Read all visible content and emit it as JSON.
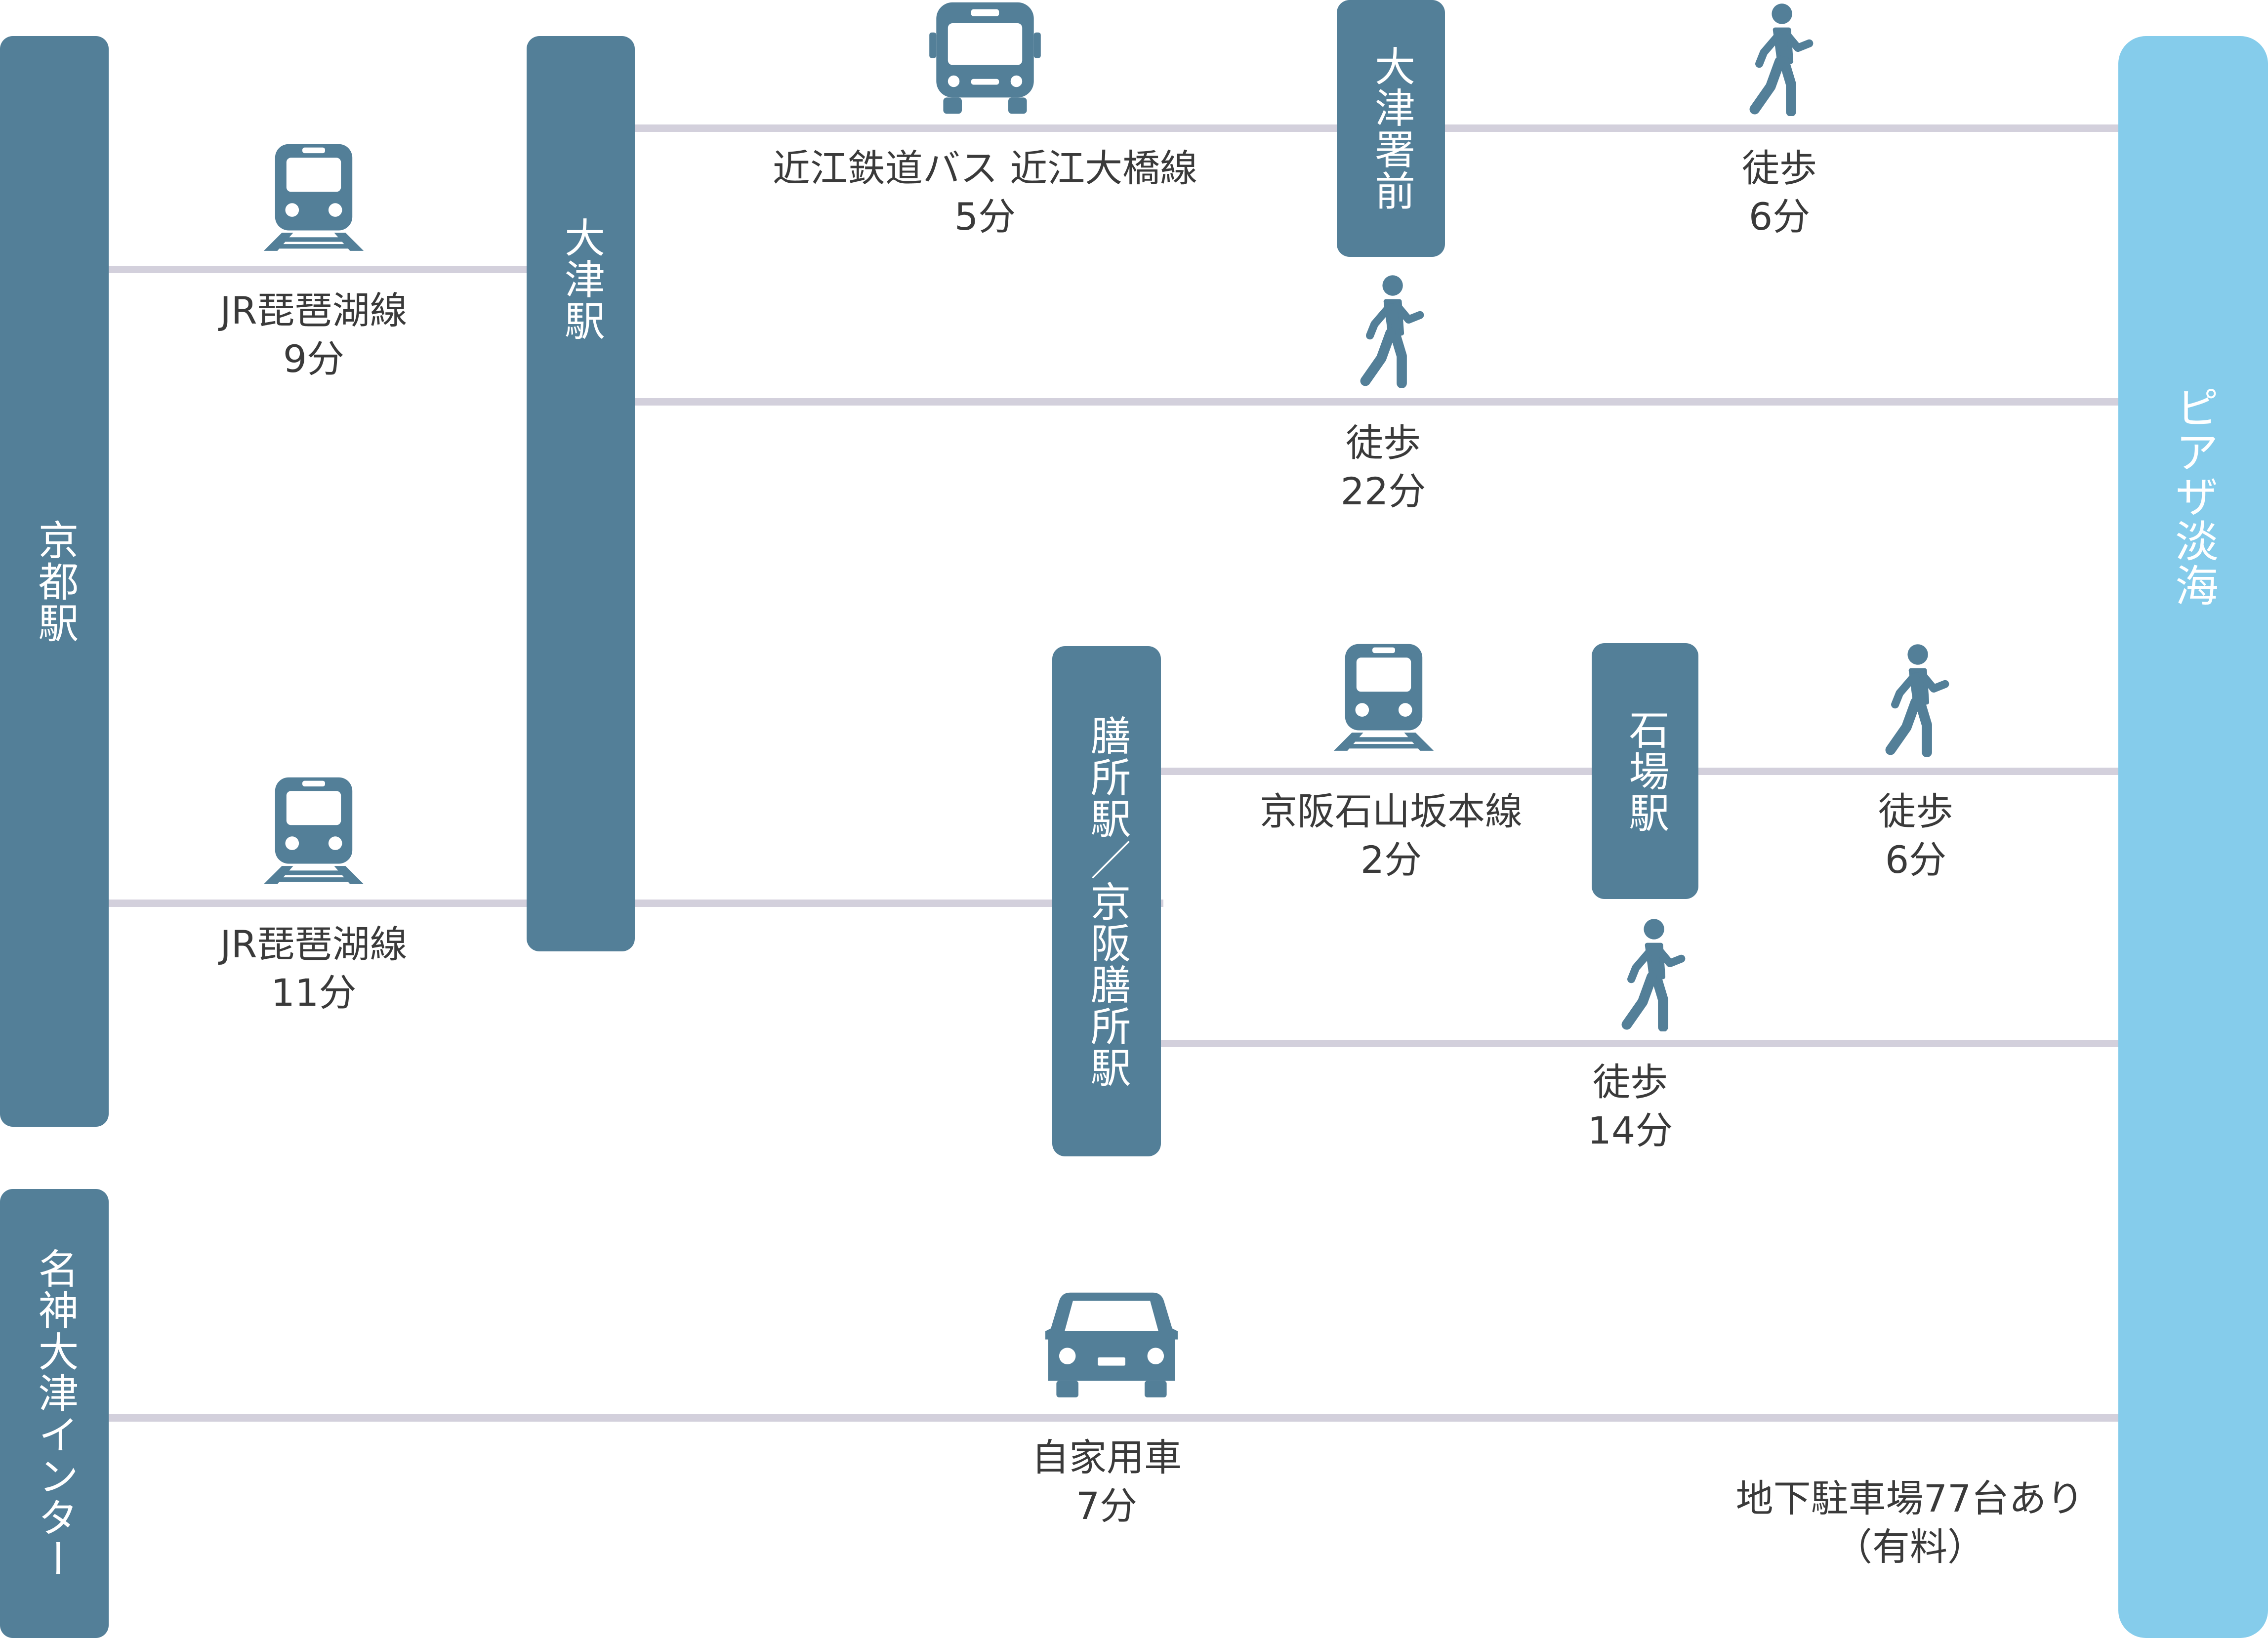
{
  "colors": {
    "station": "#537f98",
    "destination": "#85cceb",
    "line": "#d3d0dc",
    "icon": "#537f98"
  },
  "stations": {
    "kyoto": "京都駅",
    "meishin": "名神大津インター",
    "otsu": "大津駅",
    "otsu_shomae": "大津署前",
    "zeze": "膳所駅／京阪膳所駅",
    "ishiba": "石場駅",
    "destination": "ピアザ淡海"
  },
  "routes": [
    {
      "id": "jr-otsu",
      "icon": "train-icon",
      "line": "JR琵琶湖線",
      "time": "9分"
    },
    {
      "id": "jr-zeze",
      "icon": "train-icon",
      "line": "JR琵琶湖線",
      "time": "11分"
    },
    {
      "id": "bus",
      "icon": "bus-icon",
      "line": "近江鉄道バス 近江大橋線",
      "time": "5分"
    },
    {
      "id": "walk-shomae",
      "icon": "walking-person-icon",
      "line": "徒歩",
      "time": "6分"
    },
    {
      "id": "walk-otsu",
      "icon": "walking-person-icon",
      "line": "徒歩",
      "time": "22分"
    },
    {
      "id": "keihan",
      "icon": "train-icon",
      "line": "京阪石山坂本線",
      "time": "2分"
    },
    {
      "id": "walk-ishiba",
      "icon": "walking-person-icon",
      "line": "徒歩",
      "time": "6分"
    },
    {
      "id": "walk-zeze",
      "icon": "walking-person-icon",
      "line": "徒歩",
      "time": "14分"
    },
    {
      "id": "car",
      "icon": "car-icon",
      "line": "自家用車",
      "time": "7分"
    }
  ],
  "parking": {
    "line1": "地下駐車場77台あり",
    "line2": "（有料）"
  }
}
